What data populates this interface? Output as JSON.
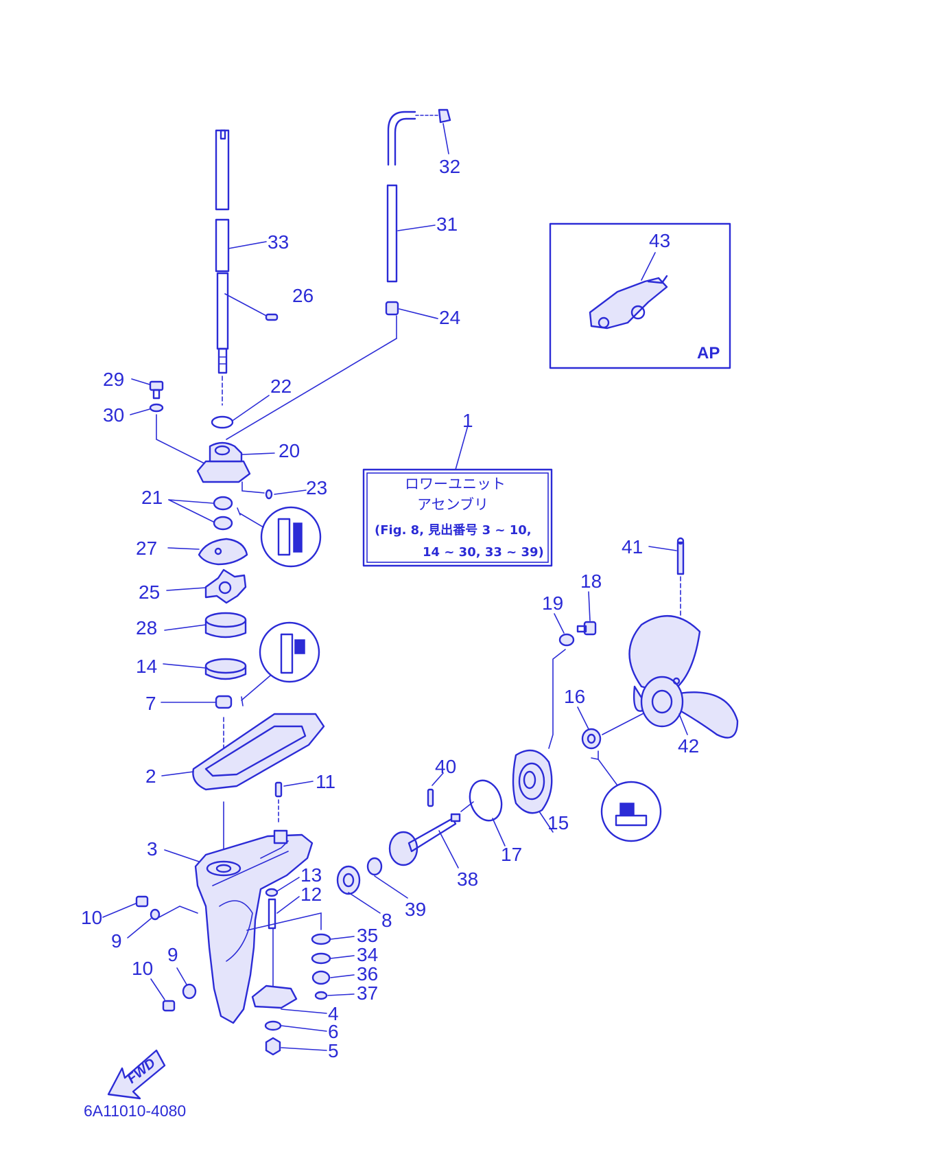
{
  "document": {
    "code": "6A11010-4080"
  },
  "assembly_box": {
    "line1": "ロワーユニット",
    "line2": "アセンブリ",
    "line3": "(Fig. 8, 見出番号 3 ~ 10,",
    "line4": "14 ~ 30, 33 ~ 39)"
  },
  "inset": {
    "label": "AP",
    "part": "43"
  },
  "fwd_arrow": "FWD",
  "callouts": {
    "p1": "1",
    "p2": "2",
    "p3": "3",
    "p4": "4",
    "p5": "5",
    "p6": "6",
    "p7": "7",
    "p8": "8",
    "p9a": "9",
    "p9b": "9",
    "p10a": "10",
    "p10b": "10",
    "p11": "11",
    "p12": "12",
    "p13": "13",
    "p14": "14",
    "p15": "15",
    "p16": "16",
    "p17": "17",
    "p18": "18",
    "p19": "19",
    "p20": "20",
    "p21": "21",
    "p22": "22",
    "p23": "23",
    "p24": "24",
    "p25": "25",
    "p26": "26",
    "p27": "27",
    "p28": "28",
    "p29": "29",
    "p30": "30",
    "p31": "31",
    "p32": "32",
    "p33": "33",
    "p34": "34",
    "p35": "35",
    "p36": "36",
    "p37": "37",
    "p38": "38",
    "p39": "39",
    "p40": "40",
    "p41": "41",
    "p42": "42"
  }
}
